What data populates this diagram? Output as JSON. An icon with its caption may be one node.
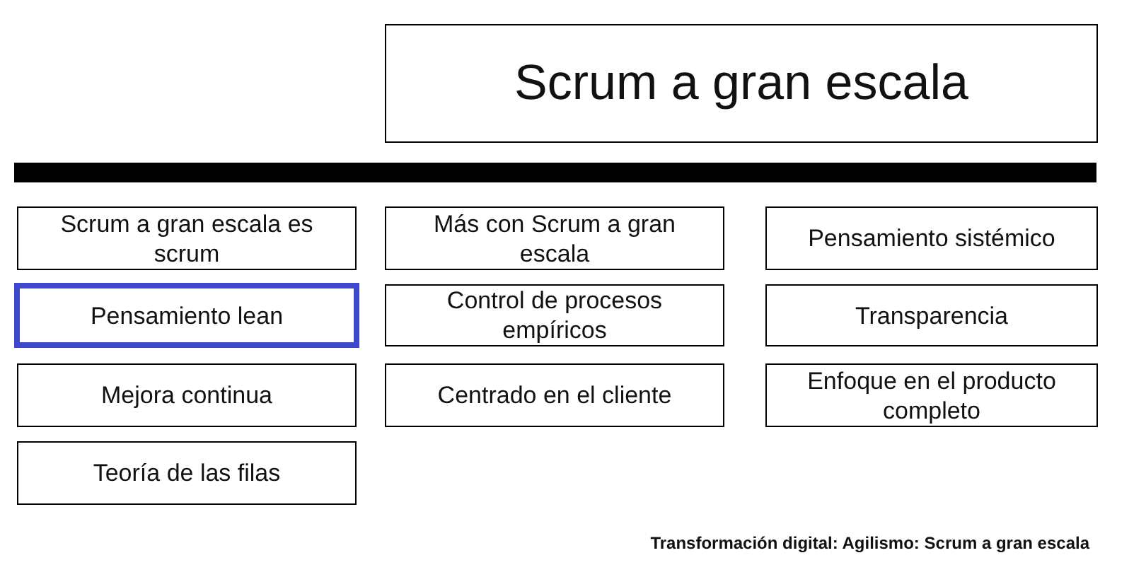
{
  "diagram": {
    "title": "Scrum a gran escala",
    "caption": "Transformación digital: Agilismo: Scrum a gran escala",
    "nodes": [
      {
        "text": [],
        "shape": "bar"
      },
      {
        "text": [
          "Scrum a gran escala es scrum"
        ]
      },
      {
        "text": [
          "Más con Scrum a gran escala"
        ]
      },
      {
        "text": [
          "Pensamiento sistémico"
        ]
      },
      {
        "text": [
          "Pensamiento lean"
        ]
      },
      {
        "text": [
          "Control de procesos empíricos"
        ]
      },
      {
        "text": [
          "Transparencia"
        ]
      },
      {
        "text": [
          "Mejora continua"
        ]
      },
      {
        "text": [
          "Centrado en el cliente"
        ]
      },
      {
        "text": [
          "Enfoque en el producto completo"
        ]
      },
      {
        "text": [
          "Teoría de las filas"
        ]
      }
    ],
    "edges": []
  }
}
